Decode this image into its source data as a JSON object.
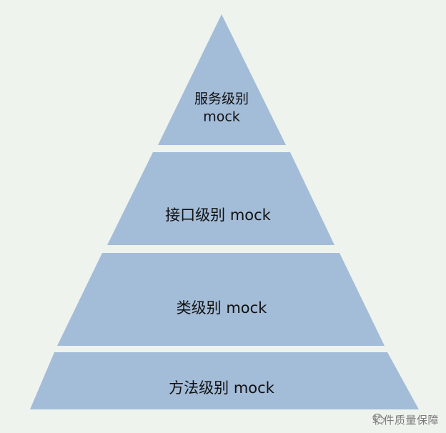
{
  "diagram": {
    "tiers": [
      {
        "lines": [
          "服务级别",
          "mock"
        ]
      },
      {
        "lines": [
          "接口级别 mock"
        ]
      },
      {
        "lines": [
          "类级别 mock"
        ]
      },
      {
        "lines": [
          "方法级别 mock"
        ]
      }
    ]
  },
  "watermark": {
    "icon": "wechat-icon",
    "text": "软件质量保障"
  },
  "colors": {
    "tier_fill": "#a3bcd8",
    "background": "#eef3ee"
  }
}
